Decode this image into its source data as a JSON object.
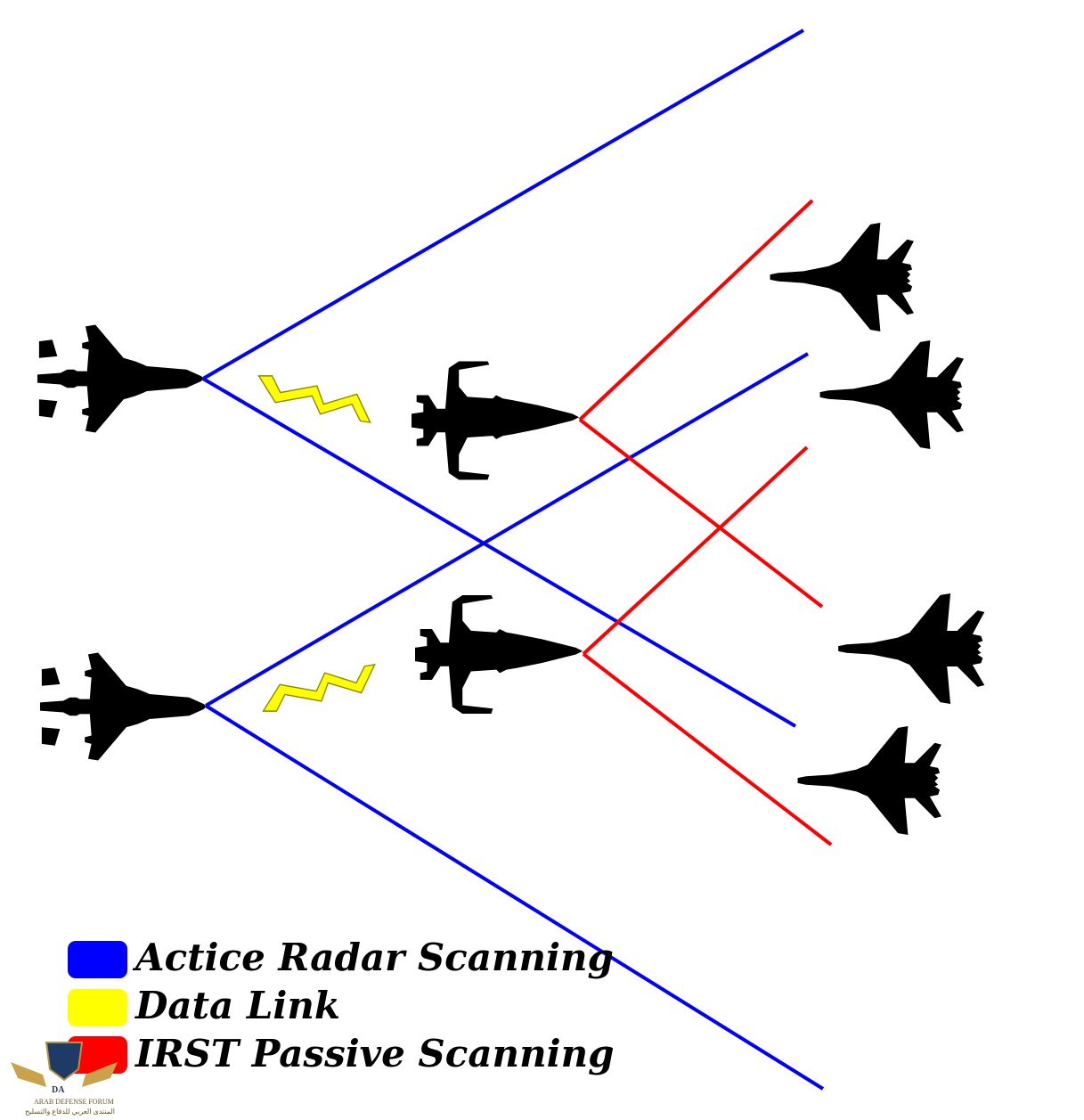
{
  "legend": {
    "items": [
      {
        "label": "Actice Radar Scanning",
        "color": "#0000ff",
        "icon": "legend-swatch-blue"
      },
      {
        "label": "Data Link",
        "color": "#ffff00",
        "icon": "legend-swatch-yellow"
      },
      {
        "label": "IRST Passive Scanning",
        "color": "#ff0000",
        "icon": "legend-swatch-red"
      }
    ]
  },
  "colors": {
    "radar": "#0000ff",
    "datalink": "#ffff00",
    "irst": "#ff0000",
    "aircraft": "#000000"
  },
  "watermark": {
    "monogram": "DA",
    "title": "ARAB DEFENSE FORUM",
    "subtitle": "المنتدى العربي للدفاع والتسليح"
  }
}
